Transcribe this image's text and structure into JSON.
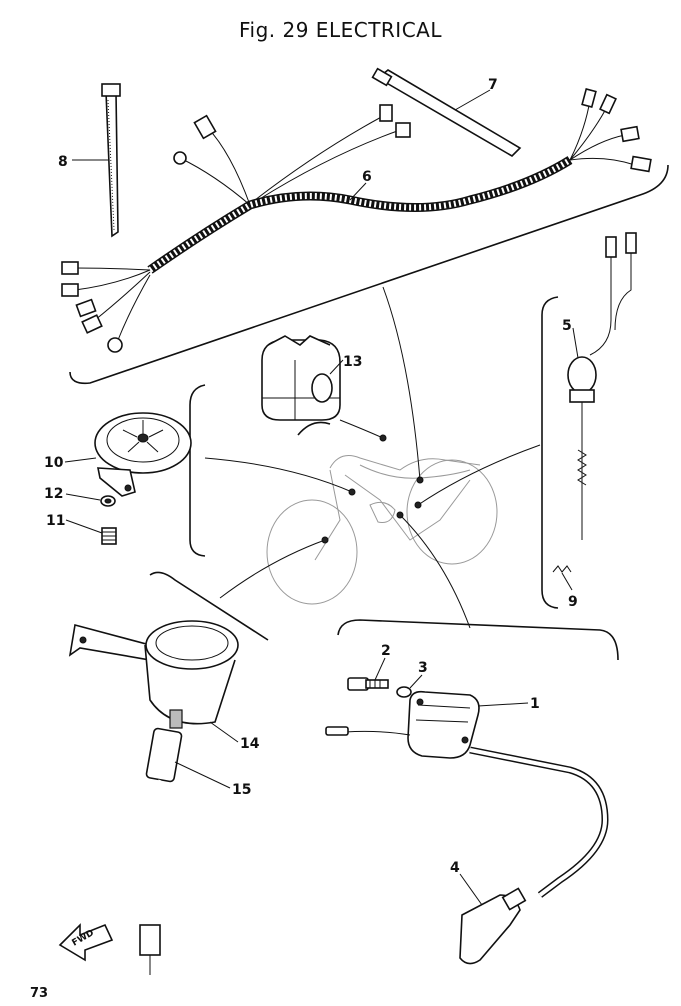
{
  "title": "Fig. 29  ELECTRICAL",
  "page_number": "73",
  "direction_label": "FWD",
  "callouts": {
    "c1": "1",
    "c2": "2",
    "c3": "3",
    "c4": "4",
    "c5": "5",
    "c6": "6",
    "c7": "7",
    "c8": "8",
    "c9": "9",
    "c10": "10",
    "c11": "11",
    "c12": "12",
    "c13": "13",
    "c14": "14",
    "c15": "15"
  }
}
